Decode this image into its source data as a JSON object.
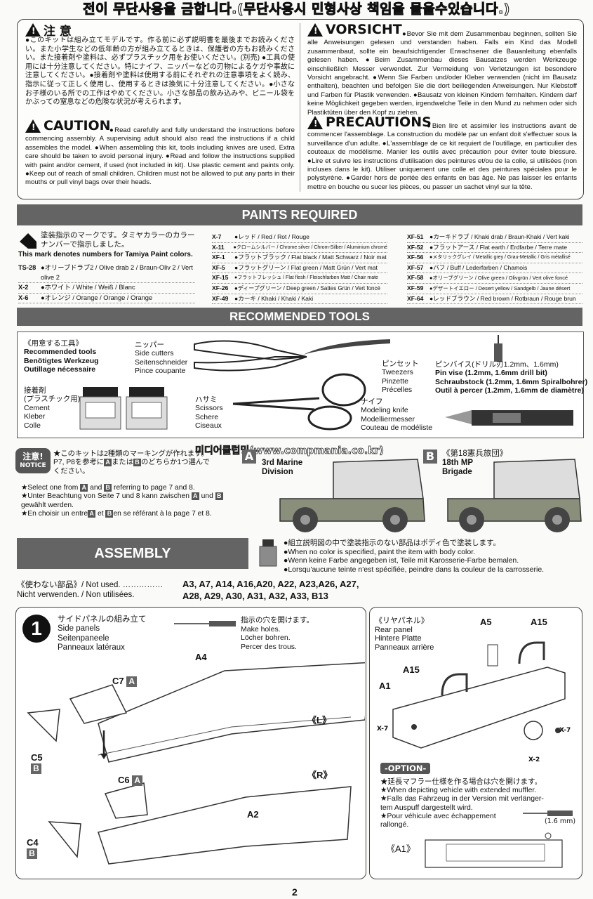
{
  "header_banner": "전이 무단사용을 금합니다.(무단사용시 민형사상 책임을 물을수있습니다.)",
  "warnings": {
    "jp_title": "注 意",
    "jp_text": "●このキットは組み立てモデルです。作る前に必ず説明書を最後までお読みください。また小学生などの低年齢の方が組み立てるときは、保護者の方もお読みください。また接着剤や塗料は、必ずプラスチック用をお使いください。(別売) ●工具の使用には十分注意してください。特にナイフ、ニッパーなどの刃物によるケガや事故に注意してください。●接着剤や塗料は使用する前にそれぞれの注意事項をよく読み、指示に従って正しく使用し、使用するときは換気に十分注意してください。●小さなお子様のいる所での工作はやめてください。小さな部品の飲み込みや、ビニール袋をかぶっての窒息などの危険な状況が考えられます。",
    "de_title": "VORSICHT",
    "de_text": "●Bevor Sie mit dem Zusammenbau beginnen, sollten Sie alle Anweisungen gelesen und verstanden haben. Falls ein Kind das Modell zusammenbaut, sollte ein beaufsichtigender Erwachsener die Bauanleitung ebenfalls gelesen haben. ●Beim Zusammenbau dieses Bausatzes werden Werkzeuge einschließlich Messer verwendet. Zur Vermeidung von Verletzungen ist besondere Vorsicht angebracht. ●Wenn Sie Farben und/oder Kleber verwenden (nicht im Bausatz enthalten), beachten und befolgen Sie die dort beiliegenden Anweisungen. Nur Klebstoff und Farben für Plastik verwenden. ●Bausatz von kleinen Kindern fernhalten. Kindern darf keine Möglichkeit gegeben werden, irgendwelche Teile in den Mund zu nehmen oder sich Plastiktüten über den Kopf zu ziehen.",
    "en_title": "CAUTION",
    "en_text": "●Read carefully and fully understand the instructions before commencing assembly. A supervising adult should also read the instructions if a child assembles the model. ●When assembling this kit, tools including knives are used. Extra care should be taken to avoid personal injury. ●Read and follow the instructions supplied with paint and/or cement, if used (not included in kit). Use plastic cement and paints only. ●Keep out of reach of small children. Children must not be allowed to put any parts in their mouths or pull vinyl bags over their heads.",
    "fr_title": "PRECAUTIONS",
    "fr_text": "●Bien lire et assimiler les instructions avant de commencer l'assemblage. La construction du modèle par un enfant doit s'effectuer sous la surveillance d'un adulte. ●L'assemblage de ce kit requiert de l'outillage, en particulier des couteaux de modélisme. Manier les outils avec précaution pour éviter toute blessure. ●Lire et suivre les instructions d'utilisation des peintures et/ou de la colle, si utilisées (non incluses dans le kit). Utiliser uniquement une colle et des peintures spéciales pour le polystyrène. ●Garder hors de portée des enfants en bas âge. Ne pas laisser les enfants mettre en bouche ou sucer les pièces, ou passer un sachet vinyl sur la tête."
  },
  "paints": {
    "heading": "PAINTS REQUIRED",
    "legend_jp": "塗装指示のマークです。タミヤカラーのカラーナンバーで指示しました。",
    "legend_en": "This mark denotes numbers for Tamiya Paint colors.",
    "col1": [
      {
        "code": "TS-28",
        "name": "●オリーブドラブ2 / Olive drab 2 / Braun-Oliv 2 / Vert olive 2"
      },
      {
        "code": "X-2",
        "name": "●ホワイト / White / Weiß / Blanc"
      },
      {
        "code": "X-6",
        "name": "●オレンジ / Orange / Orange / Orange"
      }
    ],
    "col2": [
      {
        "code": "X-7",
        "name": "●レッド / Red / Rot / Rouge"
      },
      {
        "code": "X-11",
        "name": "●クロームシルバー / Chrome silver / Chrom-Silber / Aluminium chromé"
      },
      {
        "code": "XF-1",
        "name": "●フラットブラック / Flat black / Matt Schwarz / Noir mat"
      },
      {
        "code": "XF-5",
        "name": "●フラットグリーン / Flat green / Matt Grün / Vert mat"
      },
      {
        "code": "XF-15",
        "name": "●フラットフレッシュ / Flat flesh / Fleischfarben Matt / Chair mate"
      },
      {
        "code": "XF-26",
        "name": "●ディープグリーン / Deep green / Sattes Grün / Vert foncé"
      },
      {
        "code": "XF-49",
        "name": "●カーキ / Khaki / Khaki / Kaki"
      }
    ],
    "col3": [
      {
        "code": "XF-51",
        "name": "●カーキドラブ / Khaki drab / Braun-Khaki / Vert kaki"
      },
      {
        "code": "XF-52",
        "name": "●フラットアース / Flat earth / Erdfarbe / Terre mate"
      },
      {
        "code": "XF-56",
        "name": "●メタリックグレイ / Metallic grey / Grau-Metallic / Gris métallisé"
      },
      {
        "code": "XF-57",
        "name": "●バフ / Buff / Lederfarben / Chamois"
      },
      {
        "code": "XF-58",
        "name": "●オリーブグリーン / Olive green / Olivgrün / Vert olive foncé"
      },
      {
        "code": "XF-59",
        "name": "●デザートイエロー / Desert yellow / Sandgelb / Jaune désert"
      },
      {
        "code": "XF-64",
        "name": "●レッドブラウン / Red brown / Rotbraun / Rouge brun"
      }
    ]
  },
  "tools": {
    "heading": "RECOMMENDED TOOLS",
    "intro_jp": "《用意する工具》",
    "intro_en": "Recommended tools",
    "intro_de": "Benötigtes Werkzeug",
    "intro_fr": "Outillage nécessaire",
    "cement_jp": "接着剤",
    "cement_jp2": "(プラスチック用)",
    "cement_en": "Cement",
    "cement_de": "Kleber",
    "cement_fr": "Colle",
    "cutters_jp": "ニッパー",
    "cutters_en": "Side cutters",
    "cutters_de": "Seitenschneider",
    "cutters_fr": "Pince coupante",
    "scissors_jp": "ハサミ",
    "scissors_en": "Scissors",
    "scissors_de": "Schere",
    "scissors_fr": "Ciseaux",
    "tweezers_jp": "ピンセット",
    "tweezers_en": "Tweezers",
    "tweezers_de": "Pinzette",
    "tweezers_fr": "Précelles",
    "pinvise_jp": "ピンバイス(ドリル刃1.2mm、1.6mm)",
    "pinvise_en": "Pin vise (1.2mm, 1.6mm drill bit)",
    "pinvise_de": "Schraubstock (1.2mm, 1.6mm Spiralbohrer)",
    "pinvise_fr": "Outil à percer (1.2mm, 1.6mm de diamètre)",
    "knife_jp": "ナイフ",
    "knife_en": "Modeling knife",
    "knife_de": "Modelliermesser",
    "knife_fr": "Couteau de modéliste"
  },
  "notice": {
    "badge_jp": "注意!",
    "badge_en": "NOTICE",
    "line1": "★このキットは2種類のマーキングが作れます。",
    "line2a": "P7, P8を参考に",
    "line2b": "または",
    "line2c": "のどちらか1つ選んで",
    "line3": "ください。",
    "en_a": "★Select one from",
    "en_b": "and",
    "en_c": "referring to page 7 and 8.",
    "de_a": "★Unter Beachtung von Seite 7 und 8 kann zwischen",
    "de_b": "und",
    "de_c": "gewählt werden.",
    "fr_a": "★En choisir un entre",
    "fr_b": "et",
    "fr_c": "en se référant à la page 7 et 8.",
    "letter_a": "A",
    "letter_b": "B",
    "watermark": "미디어클럽밍(www.compmania.co.kr)",
    "version_a_line1": "3rd Marine",
    "version_a_line2": "Division",
    "version_b_jp": "《第18憲兵旅団》",
    "version_b_line1": "18th MP",
    "version_b_line2": "Brigade"
  },
  "assembly": {
    "heading": "ASSEMBLY",
    "color_note_jp": "●組立説明図の中で塗装指示のない部品はボディ色で塗装します。",
    "color_note_en": "●When no color is specified, paint the item with body color.",
    "color_note_de": "●Wenn keine Farbe angegeben ist, Teile mit Karosserie-Farbe bemalen.",
    "color_note_fr": "●Lorsqu'aucune teinte n'est spécifiée, peindre dans la couleur de la carrosserie.",
    "not_used_label1": "《使わない部品》/ Not used. ……………",
    "not_used_label2": "Nicht verwenden. / Non utilisées.",
    "not_used_parts1": "A3, A7, A14, A16,A20, A22, A23,A26, A27,",
    "not_used_parts2": "A28, A29, A30, A31, A32, A33, B13"
  },
  "step1": {
    "number": "1",
    "title_jp": "サイドパネルの組み立て",
    "title_en": "Side panels",
    "title_de": "Seitenpaneele",
    "title_fr": "Panneaux latéraux",
    "holes_jp": "指示の穴を開けます。",
    "holes_en": "Make holes.",
    "holes_de": "Löcher bohren.",
    "holes_fr": "Percer des trous.",
    "left_mark": "《L》",
    "right_mark": "《R》",
    "parts": {
      "a4": "A4",
      "c7": "C7",
      "c5": "C5",
      "c6": "C6",
      "c4": "C4",
      "a2": "A2"
    },
    "rear_jp": "《リヤパネル》",
    "rear_en": "Rear panel",
    "rear_de": "Hintere Platte",
    "rear_fr": "Panneaux arrière",
    "rear_parts": {
      "a5": "A5",
      "a15a": "A15",
      "a15b": "A15",
      "a1": "A1",
      "x7a": "X-7",
      "x7b": "X-7",
      "x2": "X-2"
    },
    "option_label": "-OPTION-",
    "option_jp": "★延長マフラー仕様を作る場合は穴を開けます。",
    "option_en": "★When depicting vehicle with extended muffler.",
    "option_de1": "★Falls das Fahrzeug in der Version mit verlänger-",
    "option_de2": "tem Auspuff dargestellt wird.",
    "option_fr1": "★Pour véhicule avec échappement",
    "option_fr2": "rallongé.",
    "drill_size": "(1.6 mm)",
    "option_part": "《A1》"
  },
  "page_number": "2"
}
